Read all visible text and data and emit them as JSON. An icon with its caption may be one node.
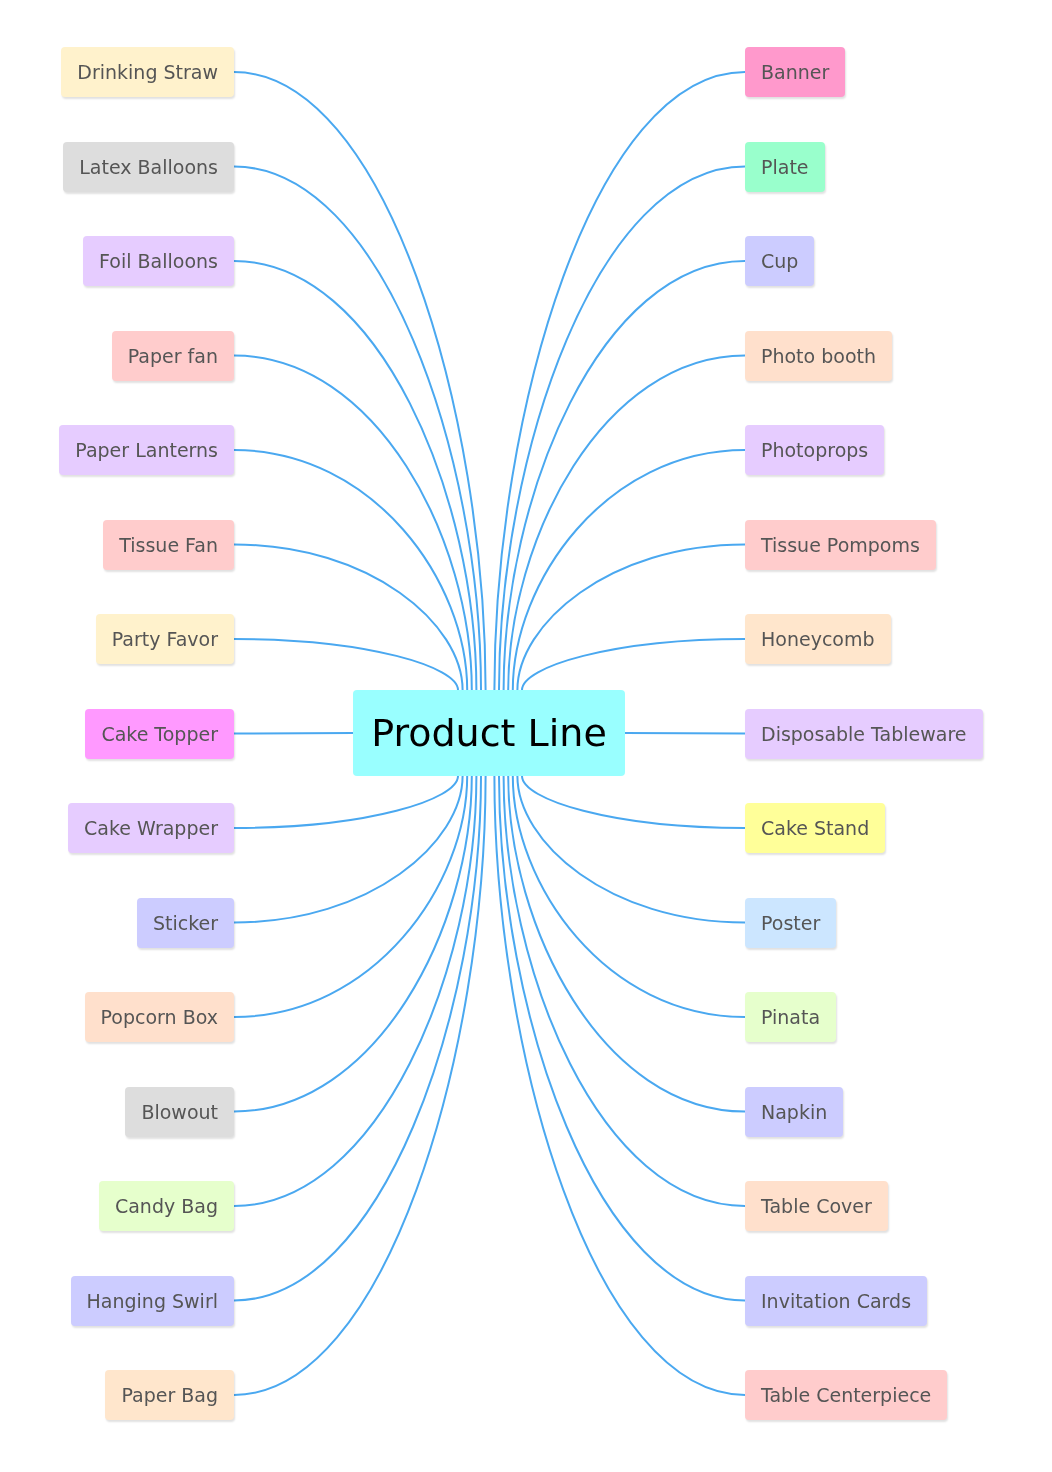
{
  "diagram": {
    "nodes": [
      {
        "text": [
          "Product Line"
        ]
      },
      {
        "text": [
          "Drinking Straw"
        ]
      },
      {
        "text": [
          "Latex Balloons"
        ]
      },
      {
        "text": [
          "Foil Balloons"
        ]
      },
      {
        "text": [
          "Paper fan"
        ]
      },
      {
        "text": [
          "Paper Lanterns"
        ]
      },
      {
        "text": [
          "Tissue Fan"
        ]
      },
      {
        "text": [
          "Party Favor"
        ]
      },
      {
        "text": [
          "Cake Topper"
        ]
      },
      {
        "text": [
          "Cake Wrapper"
        ]
      },
      {
        "text": [
          "Sticker"
        ]
      },
      {
        "text": [
          "Popcorn Box"
        ]
      },
      {
        "text": [
          "Blowout"
        ]
      },
      {
        "text": [
          "Candy Bag"
        ]
      },
      {
        "text": [
          "Hanging Swirl"
        ]
      },
      {
        "text": [
          "Paper Bag"
        ]
      },
      {
        "text": [
          "Banner"
        ]
      },
      {
        "text": [
          "Plate"
        ]
      },
      {
        "text": [
          "Cup"
        ]
      },
      {
        "text": [
          "Photo booth"
        ]
      },
      {
        "text": [
          "Photoprops"
        ]
      },
      {
        "text": [
          "Tissue Pompoms"
        ]
      },
      {
        "text": [
          "Honeycomb"
        ]
      },
      {
        "text": [
          "Disposable Tableware"
        ]
      },
      {
        "text": [
          "Cake Stand"
        ]
      },
      {
        "text": [
          "Poster"
        ]
      },
      {
        "text": [
          "Pinata"
        ]
      },
      {
        "text": [
          "Napkin"
        ]
      },
      {
        "text": [
          "Table Cover"
        ]
      },
      {
        "text": [
          "Invitation Cards"
        ]
      },
      {
        "text": [
          "Table Centerpiece"
        ]
      }
    ],
    "edges": [
      {
        "from": 0,
        "to": 1,
        "arrow": "none"
      },
      {
        "from": 0,
        "to": 2,
        "arrow": "none"
      },
      {
        "from": 0,
        "to": 3,
        "arrow": "none"
      },
      {
        "from": 0,
        "to": 4,
        "arrow": "none"
      },
      {
        "from": 0,
        "to": 5,
        "arrow": "none"
      },
      {
        "from": 0,
        "to": 6,
        "arrow": "none"
      },
      {
        "from": 0,
        "to": 7,
        "arrow": "none"
      },
      {
        "from": 0,
        "to": 8,
        "arrow": "none"
      },
      {
        "from": 0,
        "to": 9,
        "arrow": "none"
      },
      {
        "from": 0,
        "to": 10,
        "arrow": "none"
      },
      {
        "from": 0,
        "to": 11,
        "arrow": "none"
      },
      {
        "from": 0,
        "to": 12,
        "arrow": "none"
      },
      {
        "from": 0,
        "to": 13,
        "arrow": "none"
      },
      {
        "from": 0,
        "to": 14,
        "arrow": "none"
      },
      {
        "from": 0,
        "to": 15,
        "arrow": "none"
      },
      {
        "from": 0,
        "to": 16,
        "arrow": "none"
      },
      {
        "from": 0,
        "to": 17,
        "arrow": "none"
      },
      {
        "from": 0,
        "to": 18,
        "arrow": "none"
      },
      {
        "from": 0,
        "to": 19,
        "arrow": "none"
      },
      {
        "from": 0,
        "to": 20,
        "arrow": "none"
      },
      {
        "from": 0,
        "to": 21,
        "arrow": "none"
      },
      {
        "from": 0,
        "to": 22,
        "arrow": "none"
      },
      {
        "from": 0,
        "to": 23,
        "arrow": "none"
      },
      {
        "from": 0,
        "to": 24,
        "arrow": "none"
      },
      {
        "from": 0,
        "to": 25,
        "arrow": "none"
      },
      {
        "from": 0,
        "to": 26,
        "arrow": "none"
      },
      {
        "from": 0,
        "to": 27,
        "arrow": "none"
      },
      {
        "from": 0,
        "to": 28,
        "arrow": "none"
      },
      {
        "from": 0,
        "to": 29,
        "arrow": "none"
      },
      {
        "from": 0,
        "to": 30,
        "arrow": "none"
      }
    ]
  }
}
